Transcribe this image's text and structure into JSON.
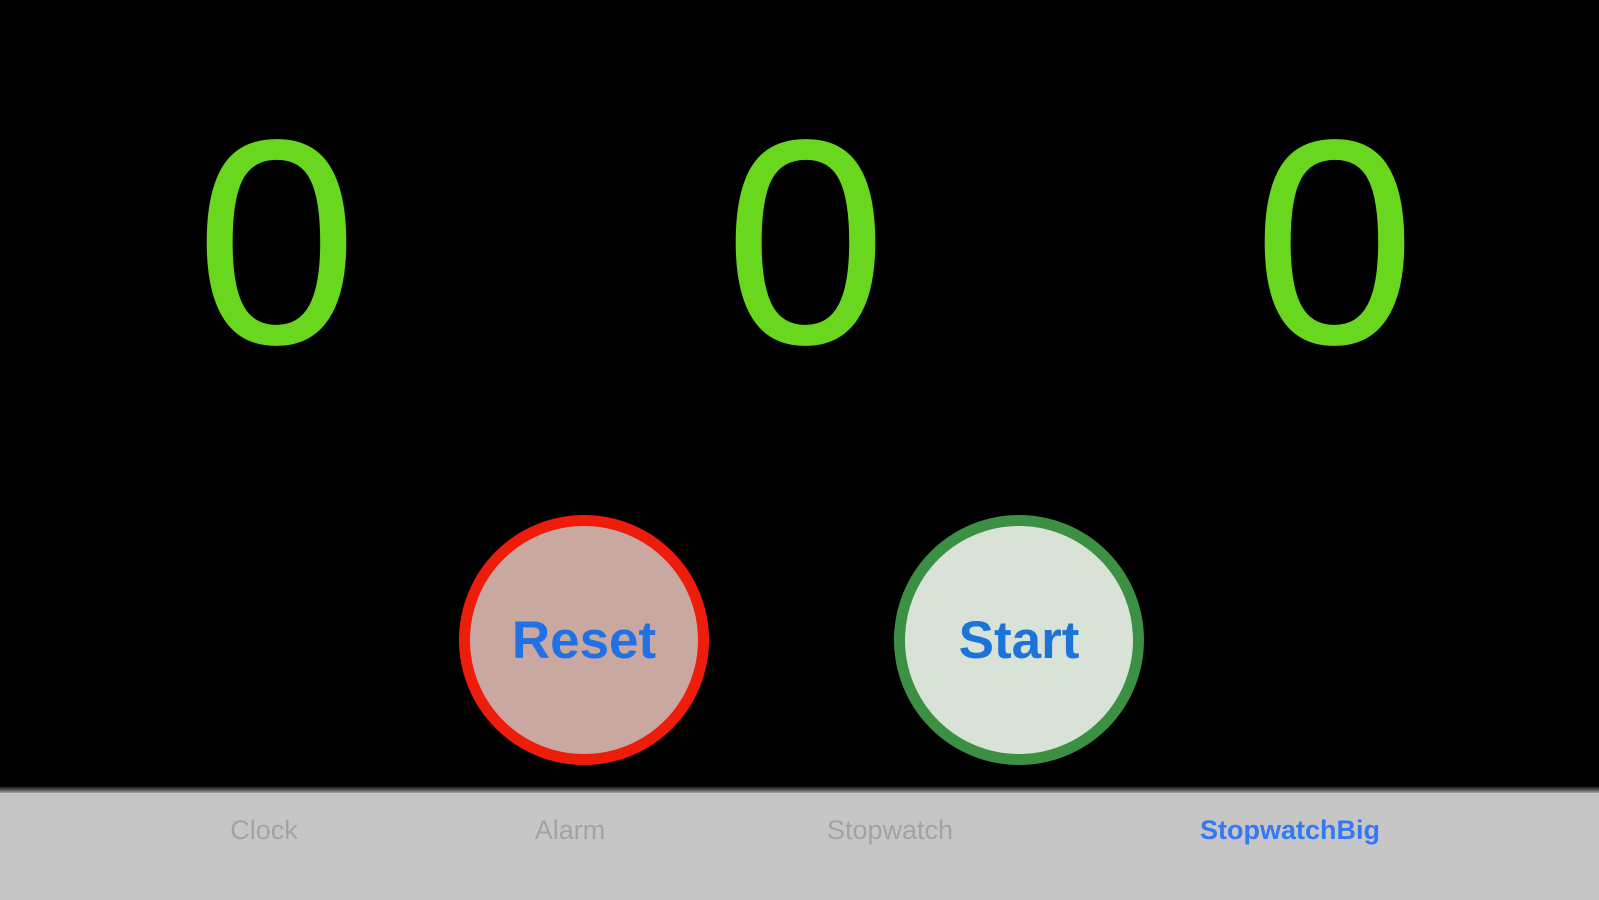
{
  "screen": {
    "background": "#000000"
  },
  "stopwatch_display": {
    "digits": [
      "0",
      "0",
      "0"
    ],
    "digit_color": "#69d71e"
  },
  "buttons": {
    "reset": {
      "label": "Reset",
      "border_color": "#ee1d0b",
      "fill_color": "#c9a8a2",
      "text_color": "#2071e4"
    },
    "start": {
      "label": "Start",
      "border_color": "#3b9044",
      "fill_color": "#d9e2d7",
      "text_color": "#1d74d8"
    }
  },
  "tab_bar": {
    "background": "#c6c6c6",
    "inactive_color": "#a3a3a3",
    "active_color": "#3478f6",
    "items": [
      {
        "label": "Clock",
        "active": false
      },
      {
        "label": "Alarm",
        "active": false
      },
      {
        "label": "Stopwatch",
        "active": false
      },
      {
        "label": "StopwatchBig",
        "active": true
      }
    ]
  }
}
